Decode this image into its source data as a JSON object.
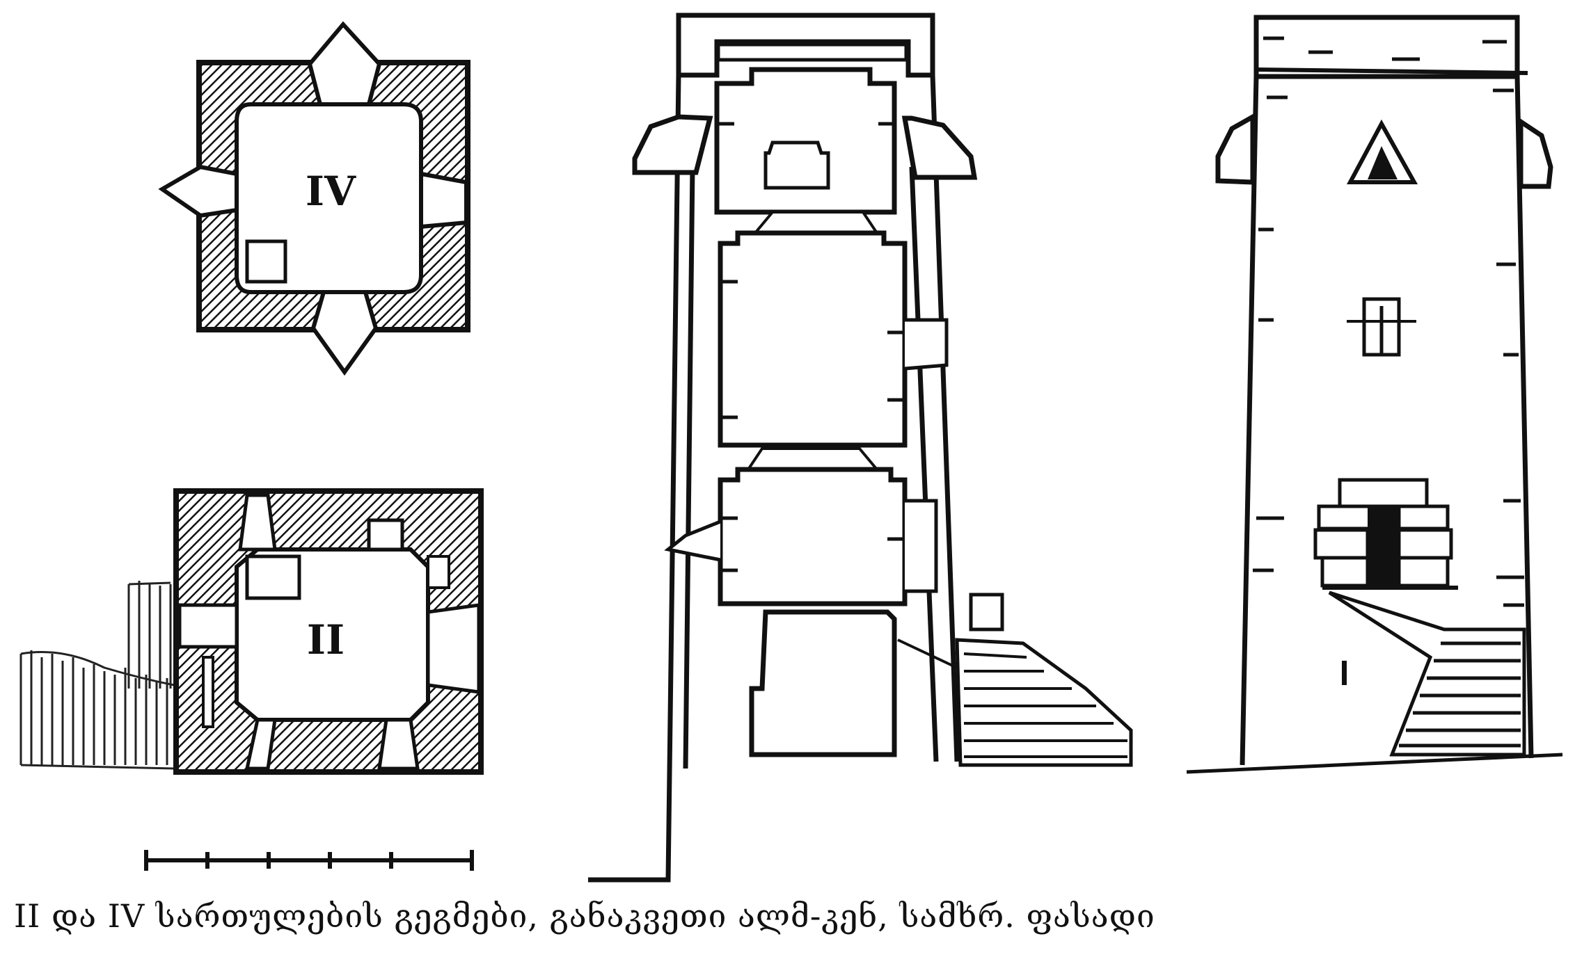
{
  "figure": {
    "plan_upper_label": "IV",
    "plan_lower_label": "II",
    "caption": "II და IV სართულების გეგმები, განაკვეთი ალმ-კენ, სამხრ. ფასადი"
  },
  "colors": {
    "ink": "#111111",
    "paper": "#ffffff"
  }
}
